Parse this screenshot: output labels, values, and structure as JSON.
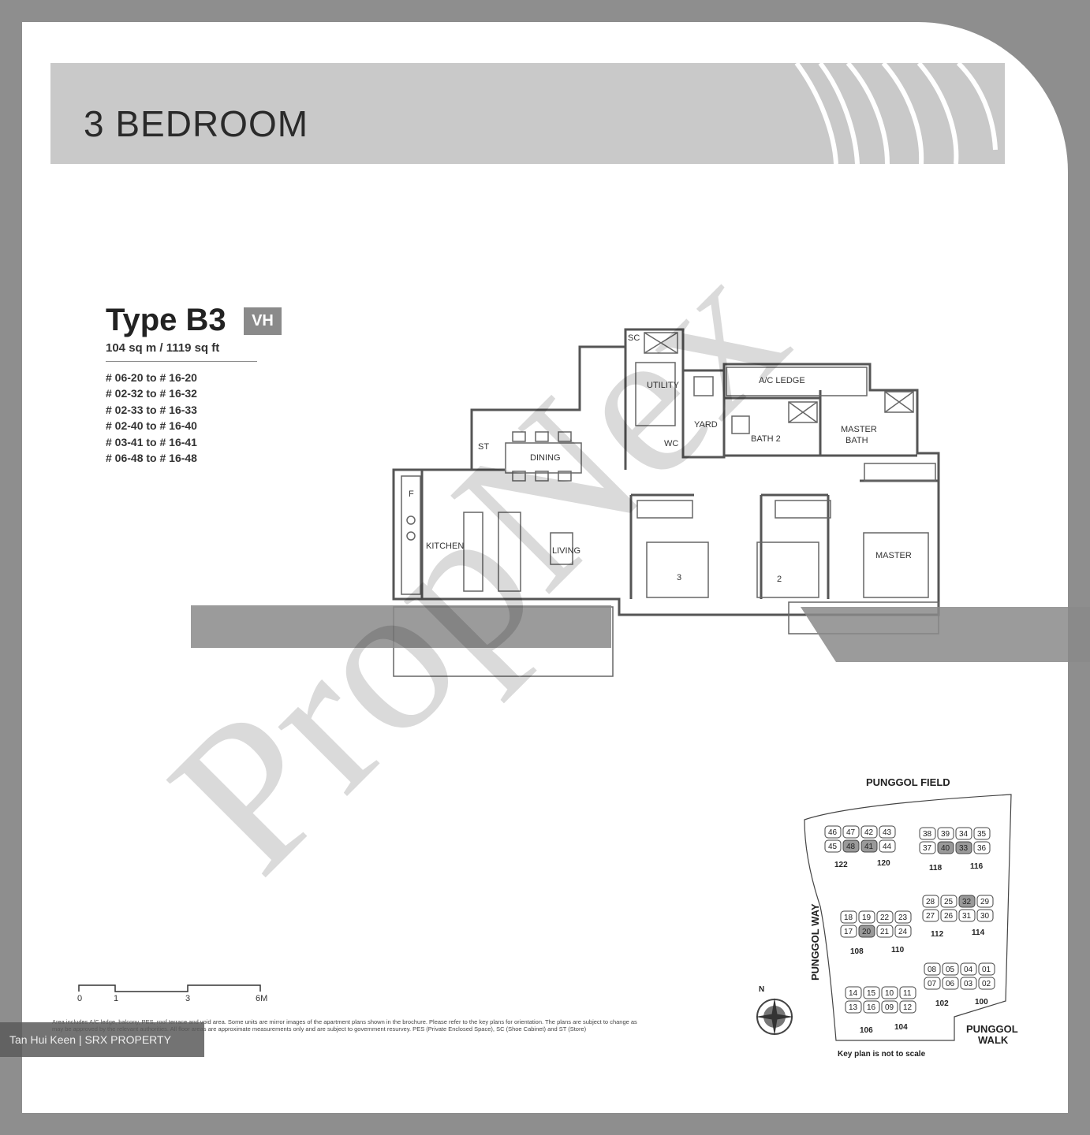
{
  "header": {
    "title": "3 BEDROOM"
  },
  "unit": {
    "type": "Type B3",
    "badge": "VH",
    "area": "104 sq m / 1119 sq ft",
    "units": [
      "# 06-20 to # 16-20",
      "# 02-32 to # 16-32",
      "# 02-33 to # 16-33",
      "# 02-40 to # 16-40",
      "# 03-41 to # 16-41",
      "# 06-48 to # 16-48"
    ]
  },
  "plan": {
    "rooms": {
      "sc": "SC",
      "utility": "UTILITY",
      "ac_ledge": "A/C LEDGE",
      "yard": "YARD",
      "wc": "WC",
      "bath2": "BATH 2",
      "master_bath": "MASTER\nBATH",
      "st": "ST",
      "dining": "DINING",
      "kitchen": "KITCHEN",
      "living": "LIVING",
      "f": "F",
      "bed3": "3",
      "bed2": "2",
      "master": "MASTER"
    }
  },
  "scale": {
    "ticks": [
      "0",
      "1",
      "3",
      "6M"
    ]
  },
  "notes": "Area includes A/C ledge, balcony, PES, roof terrace and void area. Some units are mirror images of the apartment plans shown in the brochure. Please refer to the key plans for orientation. The plans are subject to change as may be approved by the relevant authorities. All floor areas are approximate measurements only and are subject to government resurvey. PES (Private Enclosed Space), SC (Shoe Cabinet) and ST (Store)",
  "credit": "Tan Hui Keen | SRX PROPERTY",
  "watermark": "PropNex",
  "keyplan": {
    "roads": {
      "north": "PUNGGOL FIELD",
      "west": "PUNGGOL WAY",
      "south": "PUNGGOL",
      "south2": "WALK"
    },
    "compass": "N",
    "caption": "Key plan is not to scale",
    "blocks": [
      "122",
      "120",
      "118",
      "116",
      "108",
      "110",
      "112",
      "114",
      "102",
      "100",
      "106",
      "104"
    ],
    "units": [
      "46",
      "47",
      "42",
      "43",
      "45",
      "48",
      "41",
      "44",
      "38",
      "39",
      "34",
      "35",
      "37",
      "40",
      "33",
      "36",
      "28",
      "25",
      "32",
      "29",
      "27",
      "26",
      "31",
      "30",
      "18",
      "19",
      "22",
      "23",
      "17",
      "20",
      "21",
      "24",
      "08",
      "05",
      "04",
      "01",
      "07",
      "06",
      "03",
      "02",
      "14",
      "15",
      "10",
      "11",
      "13",
      "16",
      "09",
      "12"
    ]
  }
}
